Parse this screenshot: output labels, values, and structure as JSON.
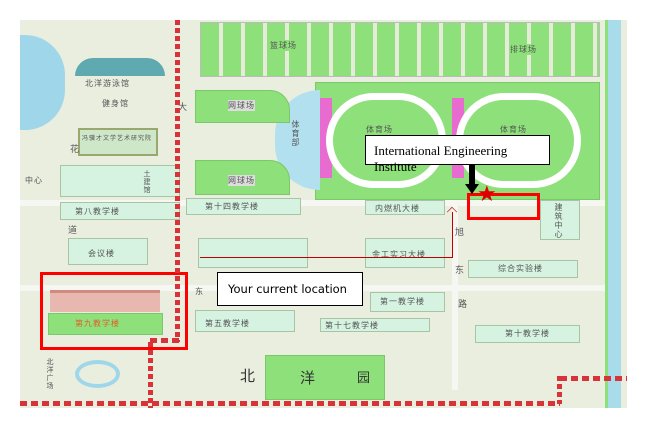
{
  "annotations": {
    "target_label": "International Engineering Institute",
    "current_location_label": "Your current location"
  },
  "buildings": {
    "swimming": "北洋游泳馆",
    "gym": "健身馆",
    "feng": "冯骥才文学艺术研究院",
    "tennis1": "网球场",
    "tennis2": "网球场",
    "sports_dept": "体育部",
    "basketball": "篮球场",
    "volleyball": "排球场",
    "stadium1": "体育场",
    "stadium2": "体育场",
    "b8": "第八教学楼",
    "tujian": "土建馆",
    "meeting": "会议楼",
    "b9": "第九教学楼",
    "b14": "第十四教学楼",
    "engine": "内燃机大楼",
    "metal": "金工实习大楼",
    "b1": "第一教学楼",
    "b17": "第十七教学楼",
    "b5": "第五教学楼",
    "b10": "第十教学楼",
    "lab": "综合实验楼",
    "arch": "建筑中心",
    "center": "中心",
    "garden_1": "北",
    "garden_2": "洋",
    "garden_3": "园",
    "square": "北洋广场"
  },
  "roads": {
    "xu": "旭",
    "dong": "东",
    "lu": "路",
    "da": "大",
    "hua": "花",
    "dao": "道",
    "dong2": "东"
  },
  "colors": {
    "highlight": "#ff0000",
    "route": "#c00000"
  }
}
